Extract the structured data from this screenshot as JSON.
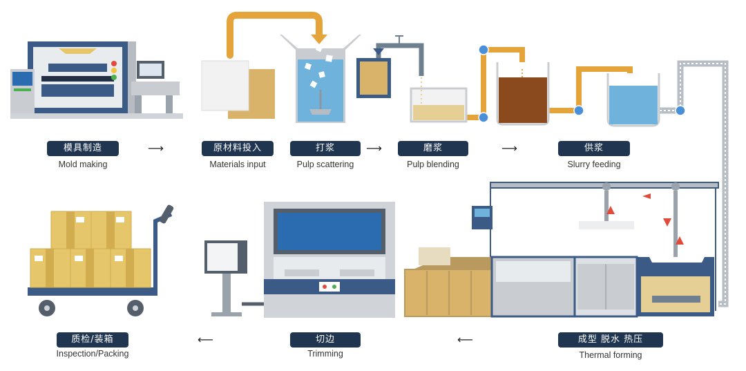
{
  "colors": {
    "navy": "#1f3550",
    "pipe_orange": "#e5a43a",
    "kraft": "#d9b36a",
    "water_blue": "#6fb3dd",
    "pulp_brown": "#8a4a1e",
    "machine_blue": "#3c5a86",
    "machine_grey": "#c9ccd1",
    "valve_blue": "#4a90d9"
  },
  "arrow_glyphs": {
    "right": "⟶",
    "left": "⟵"
  },
  "steps": [
    {
      "cn": "模具制造",
      "en": "Mold making"
    },
    {
      "cn": "原材料投入",
      "en": "Materials input"
    },
    {
      "cn": "打浆",
      "en": "Pulp scattering"
    },
    {
      "cn": "磨浆",
      "en": "Pulp blending"
    },
    {
      "cn": "供浆",
      "en": "Slurry feeding"
    },
    {
      "cn": "成型  脱水  热压",
      "en": "Thermal forming"
    },
    {
      "cn": "切边",
      "en": "Trimming"
    },
    {
      "cn": "质检/装箱",
      "en": "Inspection/Packing"
    }
  ],
  "icons": {
    "mold_machine": "press-machine-icon",
    "materials": "paper-sheets-icon",
    "pulper": "pulper-tank-icon",
    "refiner": "refiner-tank-icon",
    "feeding_tanks": "slurry-tanks-icon",
    "forming_line": "forming-line-icon",
    "trimming": "trimming-machine-icon",
    "packing": "cart-boxes-icon"
  }
}
